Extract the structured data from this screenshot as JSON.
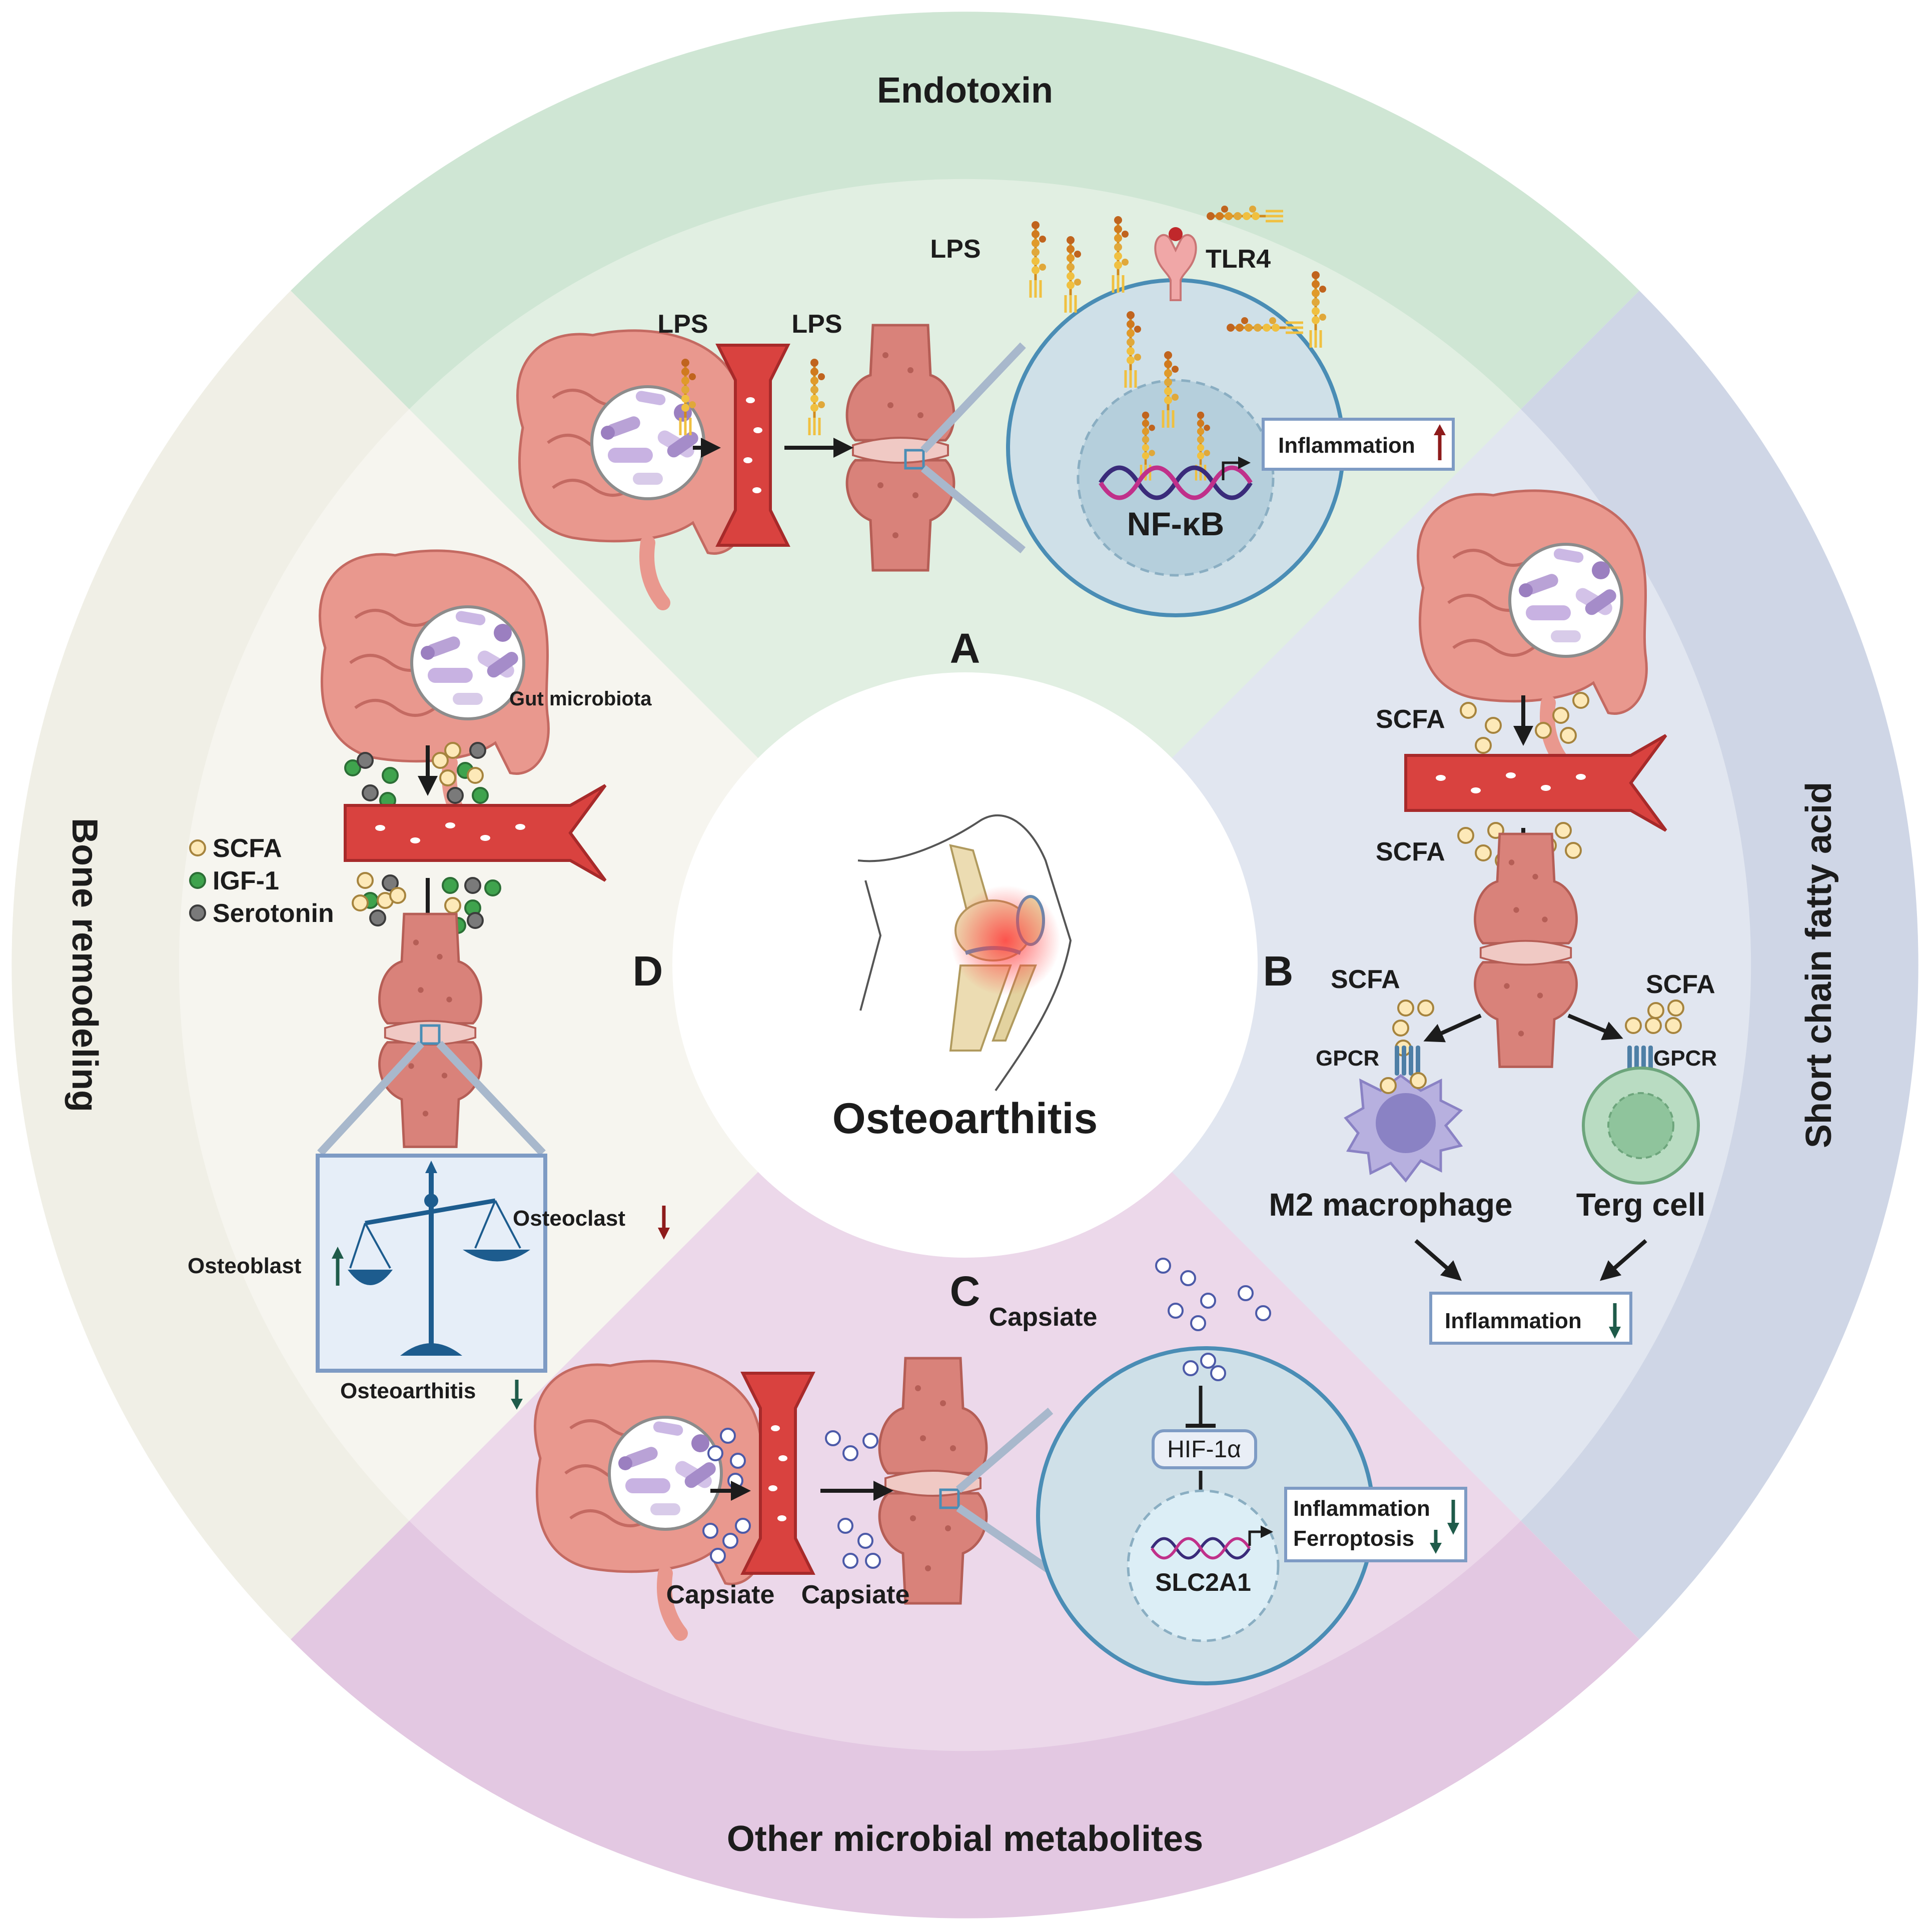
{
  "sections": {
    "endotoxin": {
      "title": "Endotoxin",
      "letter": "A",
      "lps_1": "LPS",
      "lps_2": "LPS",
      "lps_3": "LPS",
      "tlr4": "TLR4",
      "nfkb": "NF-κB",
      "inflammation": "Inflammation"
    },
    "scfa": {
      "title": "Short  chain  fatty  acid",
      "letter": "B",
      "scfa_1": "SCFA",
      "scfa_2": "SCFA",
      "scfa_3": "SCFA",
      "scfa_4": "SCFA",
      "gpcr_1": "GPCR",
      "gpcr_2": "GPCR",
      "m2_macrophage": "M2  macrophage",
      "terg_cell": "Terg cell",
      "inflammation": "Inflammation"
    },
    "other": {
      "title": "Other microbial metabolites",
      "letter": "C",
      "capsiate_1": "Capsiate",
      "capsiate_2": "Capsiate",
      "capsiate_3": "Capsiate",
      "hif": "HIF-1α",
      "slc2a1": "SLC2A1",
      "inflammation": "Inflammation",
      "ferroptosis": "Ferroptosis"
    },
    "bone": {
      "title": "Bone  remodeling",
      "letter": "D",
      "gut_microbiota": "Gut microbiota",
      "legend_scfa": "SCFA",
      "legend_igf": "IGF-1",
      "legend_serotonin": "Serotonin",
      "osteoclast": "Osteoclast",
      "osteoblast": "Osteoblast",
      "osteoarthritis": "Osteoarthitis"
    }
  },
  "center": {
    "title": "Osteoarthitis"
  },
  "colors": {
    "endotoxin_outer": "#cfe6d4",
    "endotoxin_inner": "#e1efe2",
    "scfa_outer": "#cfd6e6",
    "scfa_inner": "#e1e6f0",
    "other_outer": "#e3c8e2",
    "other_inner": "#ecd8ea",
    "bone_outer": "#f0efe6",
    "bone_inner": "#f6f5ef",
    "arrow_up": "#8e1b1b",
    "arrow_down": "#1f5b4a",
    "cell": "#4a8db5"
  },
  "icons": [
    "intestine-icon",
    "bacteria-lens-icon",
    "blood-vessel-icon",
    "knee-joint-icon",
    "lps-molecule-icon",
    "tlr4-receptor-icon",
    "dna-icon",
    "gpcr-icon",
    "macrophage-icon",
    "t-cell-icon",
    "balance-scale-icon",
    "knee-illustration-icon"
  ]
}
